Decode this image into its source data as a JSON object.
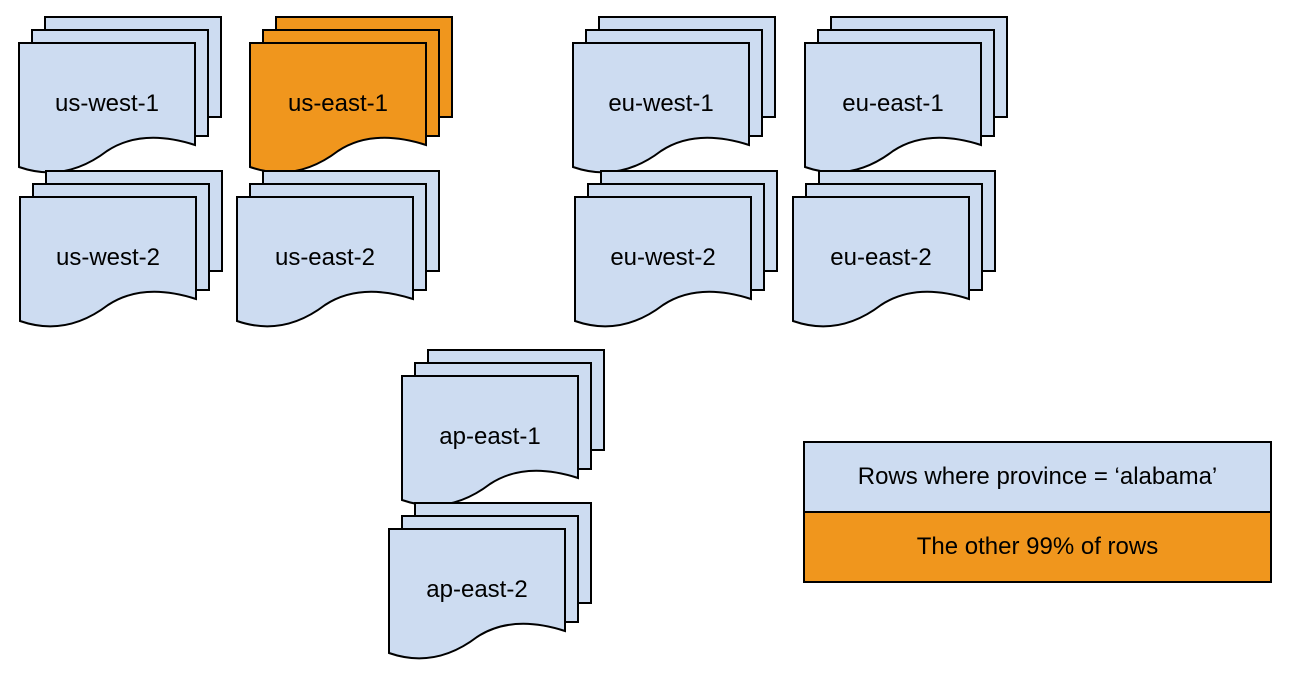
{
  "colors": {
    "doc_blue": "#cddcf1",
    "doc_orange": "#f0961d",
    "stroke": "#000000",
    "text": "#000000",
    "background": "#ffffff"
  },
  "stacks": [
    {
      "label": "us-west-1",
      "color": "blue",
      "icon": "multi-document-icon"
    },
    {
      "label": "us-east-1",
      "color": "orange",
      "icon": "multi-document-icon"
    },
    {
      "label": "eu-west-1",
      "color": "blue",
      "icon": "multi-document-icon"
    },
    {
      "label": "eu-east-1",
      "color": "blue",
      "icon": "multi-document-icon"
    },
    {
      "label": "us-west-2",
      "color": "blue",
      "icon": "multi-document-icon"
    },
    {
      "label": "us-east-2",
      "color": "blue",
      "icon": "multi-document-icon"
    },
    {
      "label": "eu-west-2",
      "color": "blue",
      "icon": "multi-document-icon"
    },
    {
      "label": "eu-east-2",
      "color": "blue",
      "icon": "multi-document-icon"
    },
    {
      "label": "ap-east-1",
      "color": "blue",
      "icon": "multi-document-icon"
    },
    {
      "label": "ap-east-2",
      "color": "blue",
      "icon": "multi-document-icon"
    }
  ],
  "legend": {
    "items": [
      {
        "label": "Rows where province = ‘alabama’",
        "color": "blue"
      },
      {
        "label": "The other 99% of rows",
        "color": "orange"
      }
    ]
  }
}
